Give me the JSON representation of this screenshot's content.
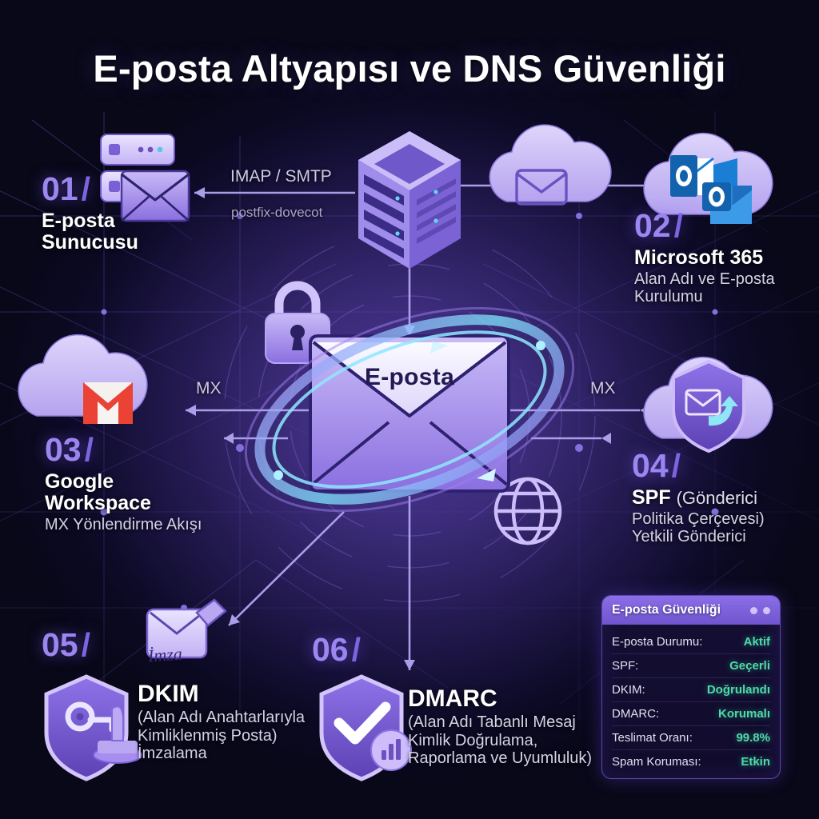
{
  "title": "E-posta Altyapısı ve DNS Güvenliği",
  "center": {
    "envelope_label": "E-posta",
    "signature_label": "İmza"
  },
  "flows": {
    "protocol": "IMAP / SMTP",
    "stack": "postfix-dovecot",
    "mx_left": "MX",
    "mx_right": "MX"
  },
  "items": [
    {
      "number": "01",
      "title": "E-posta",
      "title2": "Sunucusu",
      "subtitle": "",
      "icon": "mail-server-icon"
    },
    {
      "number": "02",
      "title": "Microsoft 365",
      "subtitle": "Alan Adı ve E-posta",
      "subtitle2": "Kurulumu",
      "icon": "outlook-cloud-icon"
    },
    {
      "number": "03",
      "title": "Google",
      "title2": "Workspace",
      "subtitle": "MX Yönlendirme Akışı",
      "icon": "gmail-cloud-icon"
    },
    {
      "number": "04",
      "title_bold": "SPF",
      "title_reg": "(Gönderici",
      "subtitle": "Politika Çerçevesi)",
      "subtitle2": "Yetkili Gönderici",
      "icon": "spf-shield-icon"
    },
    {
      "number": "05",
      "title": "DKIM",
      "subtitle": "(Alan Adı Anahtarlarıyla",
      "subtitle2": "Kimliklenmiş Posta)",
      "subtitle3": "İmzalama",
      "icon": "dkim-key-shield-icon"
    },
    {
      "number": "06",
      "title": "DMARC",
      "subtitle": "(Alan Adı Tabanlı Mesaj",
      "subtitle2": "Kimlik Doğrulama,",
      "subtitle3": "Raporlama ve Uyumluluk)",
      "icon": "dmarc-check-shield-icon"
    }
  ],
  "status_panel": {
    "title": "E-posta Güvenliği",
    "rows": [
      {
        "key": "E-posta Durumu:",
        "value": "Aktif"
      },
      {
        "key": "SPF:",
        "value": "Geçerli"
      },
      {
        "key": "DKIM:",
        "value": "Doğrulandı"
      },
      {
        "key": "DMARC:",
        "value": "Korumalı"
      },
      {
        "key": "Teslimat Oranı:",
        "value": "99.8%"
      },
      {
        "key": "Spam Koruması:",
        "value": "Etkin"
      }
    ]
  },
  "colors": {
    "background": "#0a0a20",
    "accent_purple": "#9d86f0",
    "status_green": "#4fd9a8",
    "title_white": "#ffffff",
    "gmail_red": "#ea4335",
    "outlook_blue": "#0f6cbd"
  }
}
